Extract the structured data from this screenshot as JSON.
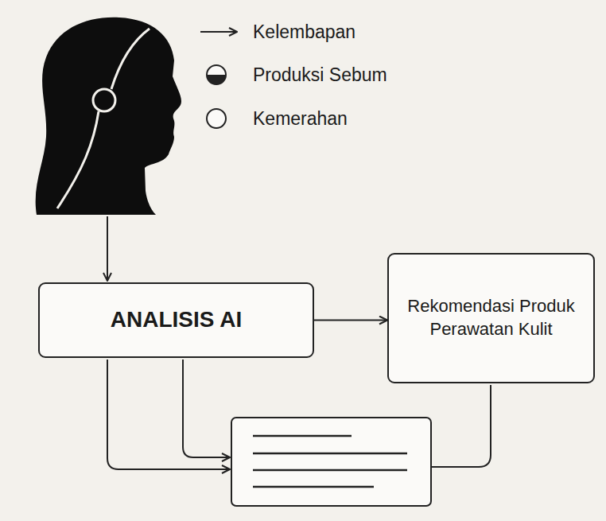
{
  "diagram": {
    "nodes": [
      {
        "text": [
          "ANALISIS AI"
        ]
      },
      {
        "text": [
          "Rekomendasi Produk Perawatan Kulit"
        ]
      }
    ],
    "edges": [
      {
        "from": 0,
        "to": 1,
        "arrow": "to"
      }
    ],
    "legend": [
      {
        "text": "Kelembapan"
      },
      {
        "text": "Produksi Sebum"
      },
      {
        "text": "Kemerahan"
      }
    ]
  }
}
